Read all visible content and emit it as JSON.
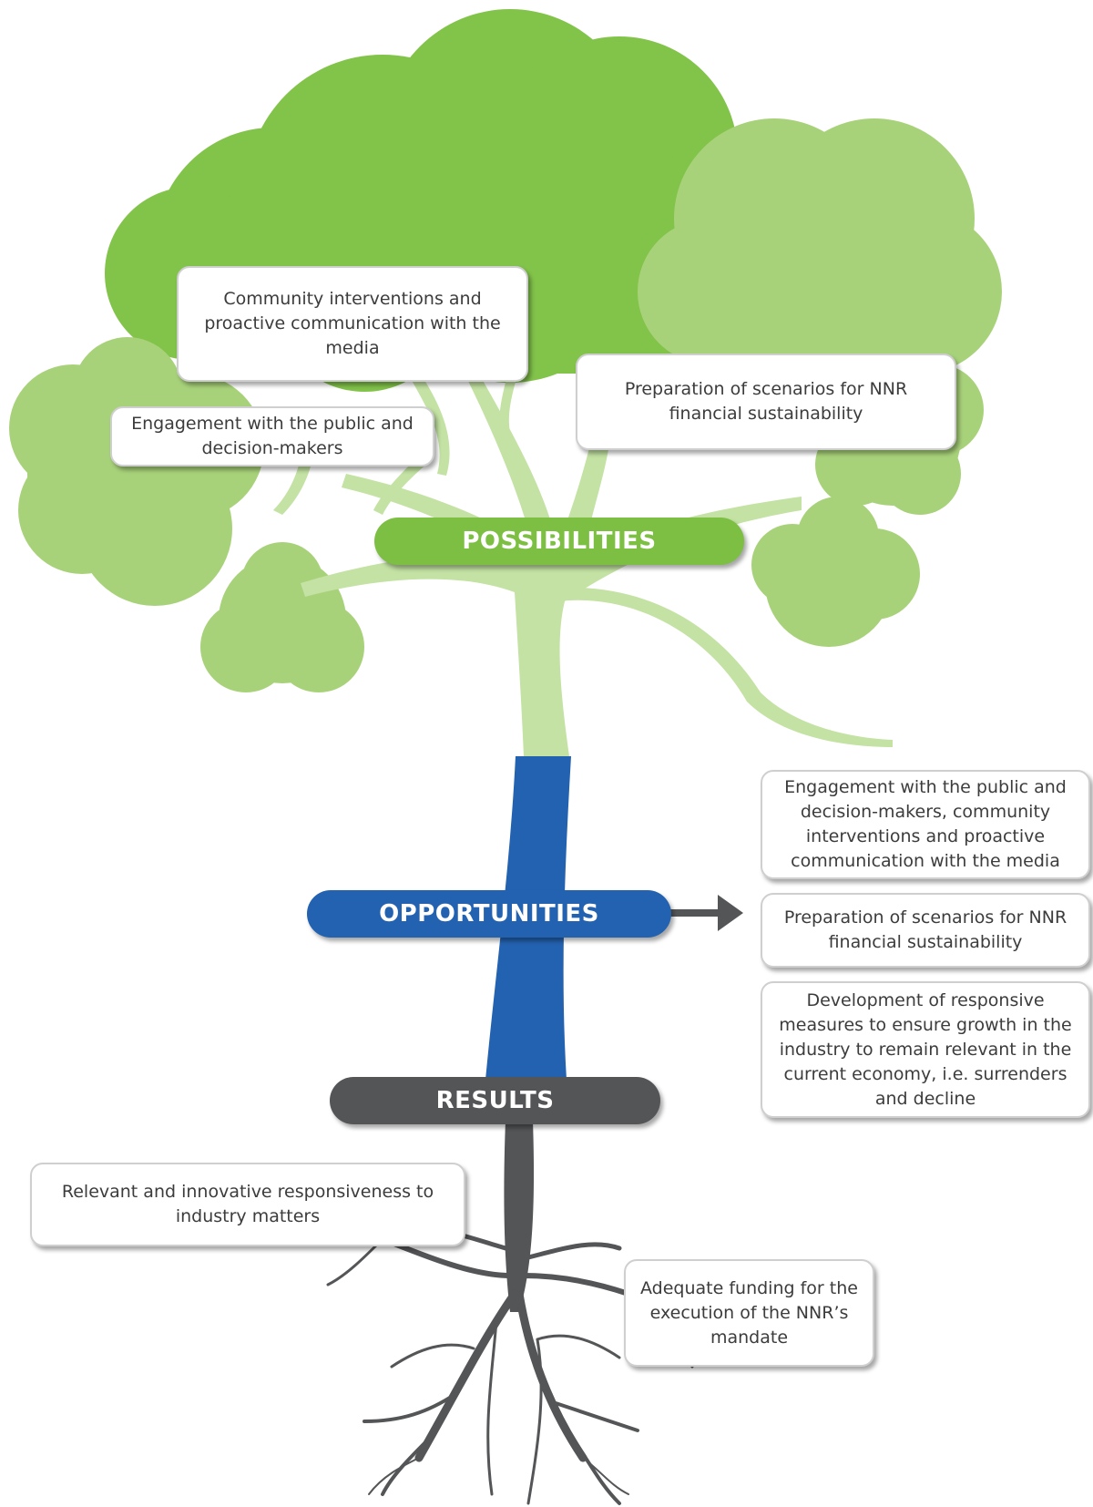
{
  "colors": {
    "leaf_dark": "#82c34a",
    "leaf_light": "#a8d27a",
    "trunk_light": "#c3e2a3",
    "trunk_blue": "#2362b0",
    "root_gray": "#545557",
    "possibilities": "#7dbf43",
    "opportunities": "#2362b0",
    "results": "#545557",
    "arrow": "#545557"
  },
  "labels": {
    "possibilities": "POSSIBILITIES",
    "opportunities": "OPPORTUNITIES",
    "results": "RESULTS"
  },
  "possibilities": [
    "Community interventions and proactive communication with the media",
    "Engagement with the public and decision-makers",
    "Preparation of scenarios for NNR financial sustainability"
  ],
  "opportunities": [
    "Engagement with the public and decision-makers, community interventions and proactive communication with the media",
    "Preparation of scenarios for NNR financial sustainability",
    "Development of responsive measures to ensure growth in the industry to remain relevant in the current economy, i.e. surrenders and decline"
  ],
  "results": [
    "Relevant and innovative responsiveness to industry matters",
    "Adequate funding for the execution of the NNR’s mandate"
  ]
}
